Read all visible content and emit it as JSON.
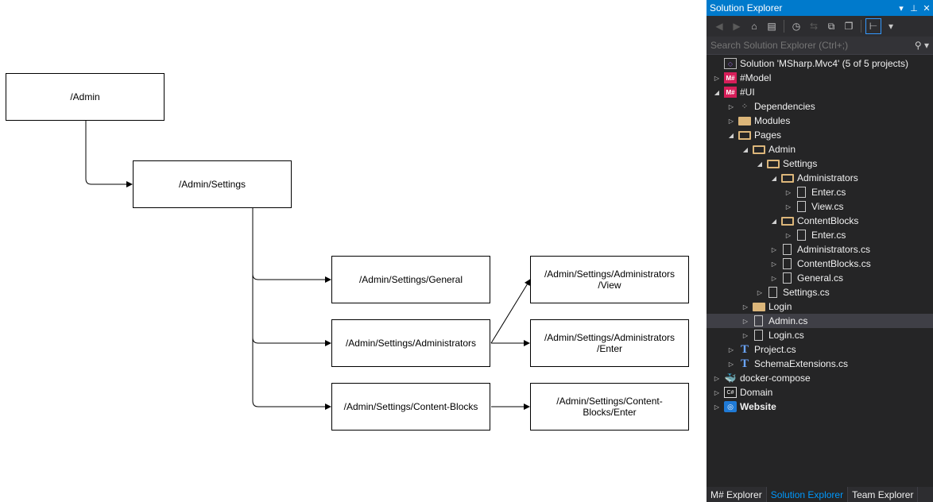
{
  "diagram": {
    "nodes": [
      {
        "id": "admin",
        "label": "/Admin"
      },
      {
        "id": "settings",
        "label": "/Admin/Settings"
      },
      {
        "id": "general",
        "label": "/Admin/Settings/General"
      },
      {
        "id": "administrators",
        "label": "/Admin/Settings/Administrators"
      },
      {
        "id": "content_blocks",
        "label": "/Admin/Settings/Content-Blocks"
      },
      {
        "id": "admins_view",
        "label": "/Admin/Settings/Administrators\n/View"
      },
      {
        "id": "admins_enter",
        "label": "/Admin/Settings/Administrators\n/Enter"
      },
      {
        "id": "cb_enter",
        "label": "/Admin/Settings/Content-\nBlocks/Enter"
      }
    ]
  },
  "solution_explorer": {
    "title": "Solution Explorer",
    "title_buttons": [
      "▾",
      "📌",
      "✕"
    ],
    "search_placeholder": "Search Solution Explorer (Ctrl+;)",
    "toolbar_icons": [
      "back-icon",
      "forward-icon",
      "home-icon",
      "switch-views-icon",
      "pending-changes-icon",
      "sync-icon",
      "collapse-all-icon",
      "show-all-files-icon",
      "preview-selected-icon"
    ],
    "tree": [
      {
        "label": "Solution 'MSharp.Mvc4' (5 of 5 projects)",
        "icon": "solution-icon",
        "depth": 0,
        "arrow": ""
      },
      {
        "label": "#Model",
        "icon": "msharp-icon",
        "depth": 0,
        "arrow": "▷"
      },
      {
        "label": "#UI",
        "icon": "msharp-icon",
        "depth": 0,
        "arrow": "◢"
      },
      {
        "label": "Dependencies",
        "icon": "dependencies-icon",
        "depth": 1,
        "arrow": "▷"
      },
      {
        "label": "Modules",
        "icon": "folder-icon",
        "depth": 1,
        "arrow": "▷"
      },
      {
        "label": "Pages",
        "icon": "folder-open-icon",
        "depth": 1,
        "arrow": "◢"
      },
      {
        "label": "Admin",
        "icon": "folder-open-icon",
        "depth": 2,
        "arrow": "◢"
      },
      {
        "label": "Settings",
        "icon": "folder-open-icon",
        "depth": 3,
        "arrow": "◢"
      },
      {
        "label": "Administrators",
        "icon": "folder-open-icon",
        "depth": 4,
        "arrow": "◢"
      },
      {
        "label": "Enter.cs",
        "icon": "file-icon",
        "depth": 5,
        "arrow": "▷"
      },
      {
        "label": "View.cs",
        "icon": "file-icon",
        "depth": 5,
        "arrow": "▷"
      },
      {
        "label": "ContentBlocks",
        "icon": "folder-open-icon",
        "depth": 4,
        "arrow": "◢"
      },
      {
        "label": "Enter.cs",
        "icon": "file-icon",
        "depth": 5,
        "arrow": "▷"
      },
      {
        "label": "Administrators.cs",
        "icon": "file-icon",
        "depth": 4,
        "arrow": "▷"
      },
      {
        "label": "ContentBlocks.cs",
        "icon": "file-icon",
        "depth": 4,
        "arrow": "▷"
      },
      {
        "label": "General.cs",
        "icon": "file-icon",
        "depth": 4,
        "arrow": "▷"
      },
      {
        "label": "Settings.cs",
        "icon": "file-icon",
        "depth": 3,
        "arrow": "▷"
      },
      {
        "label": "Login",
        "icon": "folder-icon",
        "depth": 2,
        "arrow": "▷"
      },
      {
        "label": "Admin.cs",
        "icon": "file-icon",
        "depth": 2,
        "arrow": "▷",
        "selected": true
      },
      {
        "label": "Login.cs",
        "icon": "file-icon",
        "depth": 2,
        "arrow": "▷"
      },
      {
        "label": "Project.cs",
        "icon": "t-template-icon",
        "depth": 1,
        "arrow": "▷"
      },
      {
        "label": "SchemaExtensions.cs",
        "icon": "t-template-icon",
        "depth": 1,
        "arrow": "▷"
      },
      {
        "label": "docker-compose",
        "icon": "docker-icon",
        "depth": 0,
        "arrow": "▷"
      },
      {
        "label": "Domain",
        "icon": "csharp-project-icon",
        "depth": 0,
        "arrow": "▷"
      },
      {
        "label": "Website",
        "icon": "web-project-icon",
        "depth": 0,
        "arrow": "▷",
        "bold": true
      }
    ],
    "tabs": [
      {
        "label": "M# Explorer",
        "active": false
      },
      {
        "label": "Solution Explorer",
        "active": true
      },
      {
        "label": "Team Explorer",
        "active": false
      }
    ]
  },
  "colors": {
    "accent": "#007acc",
    "panel_bg": "#252526",
    "selection": "#3f3f46",
    "msharp": "#d61e59",
    "folder": "#dcb67a",
    "active_tab_text": "#0097fb"
  }
}
